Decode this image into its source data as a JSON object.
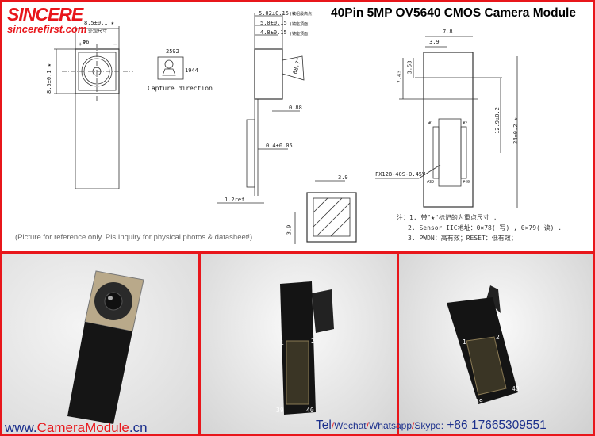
{
  "logo": {
    "mark": "SINCERE",
    "url": "sincerefirst.com"
  },
  "title": "40Pin  5MP OV5640 CMOS Camera Module",
  "front_view": {
    "width": "8.5±0.1 ★",
    "width_note": "外观尺寸",
    "height": "8.5±0.1 ★",
    "lens": "Φ6",
    "plus": "+",
    "minus": "−"
  },
  "capture": {
    "h": "2592",
    "v": "1944",
    "label": "Capture direction"
  },
  "side_view": {
    "d1": "5.02±0.15 ★",
    "d1_note": "(模组最高点)",
    "d2": "5.0±0.15",
    "d2_note": "(镜座顶面)",
    "d3": "4.8±0.15",
    "d3_note": "(镜座顶面)",
    "angle": "68.7°",
    "d4": "0.88",
    "d5": "0.4±0.05",
    "d6": "1.2ref"
  },
  "sensor_view": {
    "w": "3.9",
    "h": "3.9"
  },
  "back_view": {
    "w": "7.8",
    "half": "3.9",
    "y1": "7.43",
    "y2": "3.53",
    "len": "12.9±0.2",
    "total": "24±0.2 ★",
    "pin1": "#1",
    "pin2": "#2",
    "pin39": "#39",
    "pin40": "#40",
    "connector": "FX12B-40S-0.45V"
  },
  "reference_note": "(Picture for reference only. Pls Inquiry for physical photos & datasheet!)",
  "notes": [
    "注：1. 带\"★\"标记的为重点尺寸 .",
    "2. Sensor IIC地址：0×78( 写) , 0×79( 读) .",
    "3. PWDN：高有效；RESET：低有效；"
  ],
  "footer": {
    "website_pre": "www.",
    "website_brand": "CameraModule",
    ".cn": ".cn",
    "tel": "Tel",
    "sep1": "/",
    "wechat": "Wechat",
    "sep2": "/",
    "whatsapp": "Whatsapp",
    "sep3": "/",
    "skype": "Skype:",
    "phone": "+86 17665309551"
  },
  "photos": {
    "p2_pin1": "1",
    "p2_pin2": "2",
    "p2_pin39": "39",
    "p2_pin40": "40",
    "p3_pin1": "1",
    "p3_pin2": "2",
    "p3_pin39": "39",
    "p3_pin40": "40"
  },
  "colors": {
    "brand_red": "#e8161b",
    "footer_blue": "#1b2f8c"
  }
}
